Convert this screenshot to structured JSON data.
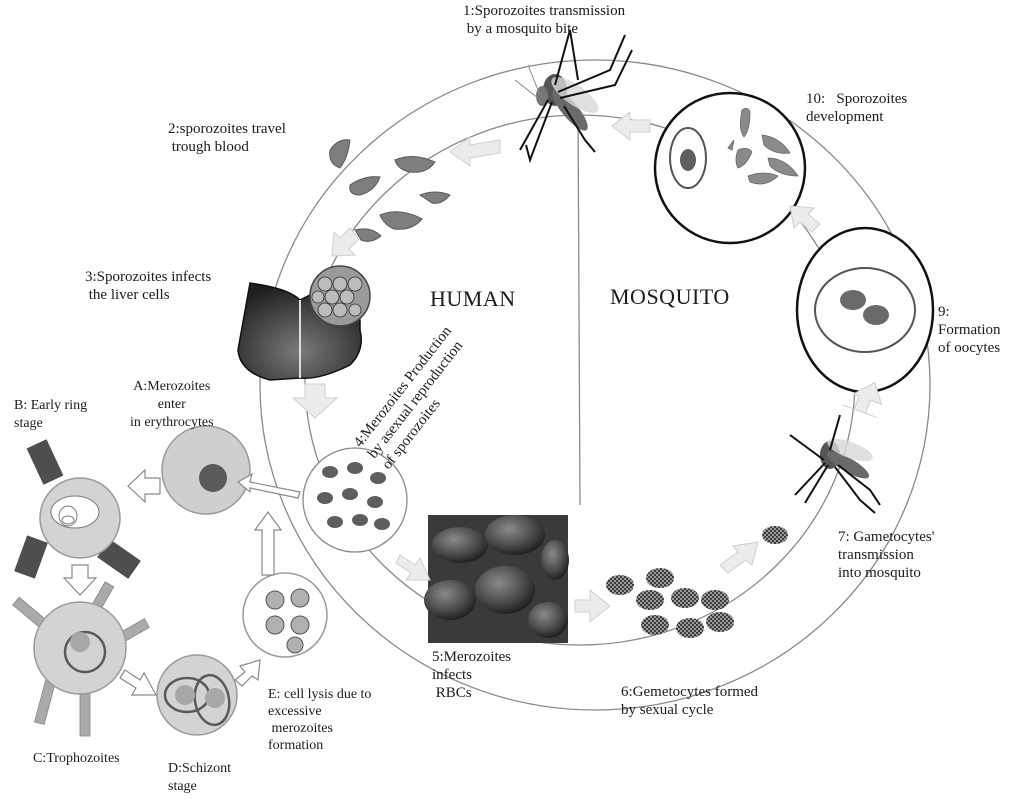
{
  "regions": {
    "human": "HUMAN",
    "mosquito": "MOSQUITO"
  },
  "steps": [
    {
      "id": "1",
      "text": "1:Sporozoites transmission\n by a mosquito bite"
    },
    {
      "id": "2",
      "text": "2:sporozoites travel\n trough blood"
    },
    {
      "id": "3",
      "text": "3:Sporozoites infects\n the liver cells"
    },
    {
      "id": "4",
      "text": "4:Merozoites Production\nby asexual reproduction\nof sporozoites"
    },
    {
      "id": "5",
      "text": "5:Merozoites\ninfects\n RBCs"
    },
    {
      "id": "6",
      "text": "6:Gemetocytes formed\nby sexual cycle"
    },
    {
      "id": "7",
      "text": "7: Gametocytes'\ntransmission\ninto mosquito"
    },
    {
      "id": "9",
      "text": "9:\nFormation\nof oocytes"
    },
    {
      "id": "10",
      "text": "10:   Sporozoites\ndevelopment"
    }
  ],
  "substeps": [
    {
      "id": "A",
      "text": "A:Merozoites\nenter\nin erythrocytes"
    },
    {
      "id": "B",
      "text": "B: Early ring\nstage"
    },
    {
      "id": "C",
      "text": "C:Trophozoites"
    },
    {
      "id": "D",
      "text": "D:Schizont\nstage"
    },
    {
      "id": "E",
      "text": "E: cell lysis due to\nexcessive\n merozoites\nformation"
    }
  ],
  "colors": {
    "ring": "#8a8a8a",
    "arrow_fill": "#ececec",
    "cell_light": "#cfcfcf",
    "cell_dark": "#5a5a5a",
    "parasite": "#7a7a7a",
    "liver": "#2e2e2e",
    "oocyst_stroke": "#111111"
  }
}
